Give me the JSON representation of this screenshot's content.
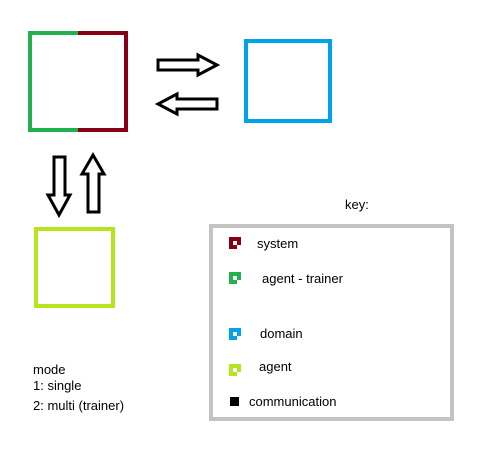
{
  "key": {
    "title": "key:",
    "items": [
      {
        "label": "system",
        "color": "#880015"
      },
      {
        "label": "agent - trainer",
        "color": "#22b14c"
      },
      {
        "label": "domain",
        "color": "#00a2e8"
      },
      {
        "label": "agent",
        "color": "#b5e61d"
      },
      {
        "label": "communication",
        "color": "#000000"
      }
    ]
  },
  "mode": {
    "title": "mode",
    "options": [
      "1: single",
      "2: multi (trainer)"
    ]
  },
  "colors": {
    "system": "#880015",
    "agent_trainer": "#22b14c",
    "domain": "#00a2e8",
    "agent": "#b5e61d",
    "communication": "#000000",
    "key_border": "#c3c3c3"
  }
}
